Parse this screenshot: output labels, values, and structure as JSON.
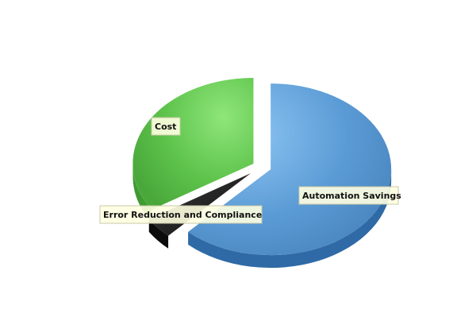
{
  "chart_data": {
    "type": "pie",
    "style": "3d-exploded",
    "title": "",
    "slices": [
      {
        "label": "Automation Savings",
        "value": 62,
        "color": "#5b9bd5"
      },
      {
        "label": "Error Reduction and Compliance",
        "value": 4,
        "color": "#2a2a2a"
      },
      {
        "label": "Cost",
        "value": 34,
        "color": "#5cc24a"
      }
    ],
    "legend": "none",
    "labels": "callout-boxes"
  }
}
